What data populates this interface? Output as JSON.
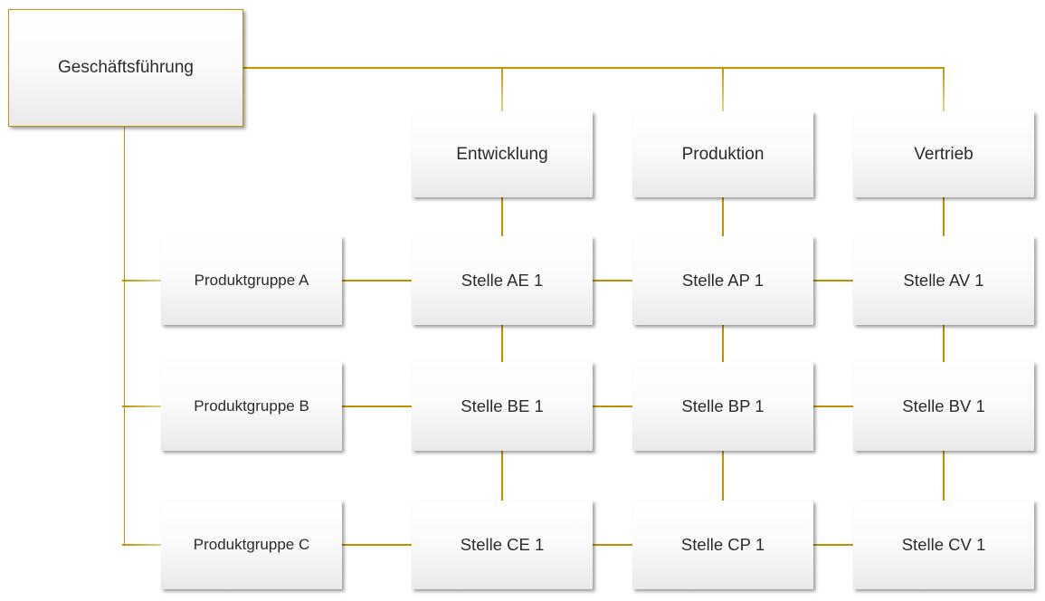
{
  "matrix": {
    "root": "Geschäftsführung",
    "column_headers": [
      "Entwicklung",
      "Produktion",
      "Vertrieb"
    ],
    "row_headers": [
      "Produktgruppe A",
      "Produktgruppe B",
      "Produktgruppe C"
    ],
    "cells": [
      [
        "Stelle AE 1",
        "Stelle AP 1",
        "Stelle AV 1"
      ],
      [
        "Stelle BE 1",
        "Stelle BP 1",
        "Stelle BV 1"
      ],
      [
        "Stelle CE 1",
        "Stelle CP 1",
        "Stelle CV 1"
      ]
    ]
  },
  "colors": {
    "connector_gold": "#BF9000",
    "rail_gold": "#C49406",
    "connector_fade": "#E2CC82",
    "root_border": "#C19312",
    "node_fill_top": "#FFFFFF",
    "node_fill_bottom": "#E9E9E9",
    "text": "#2B2B2B"
  }
}
